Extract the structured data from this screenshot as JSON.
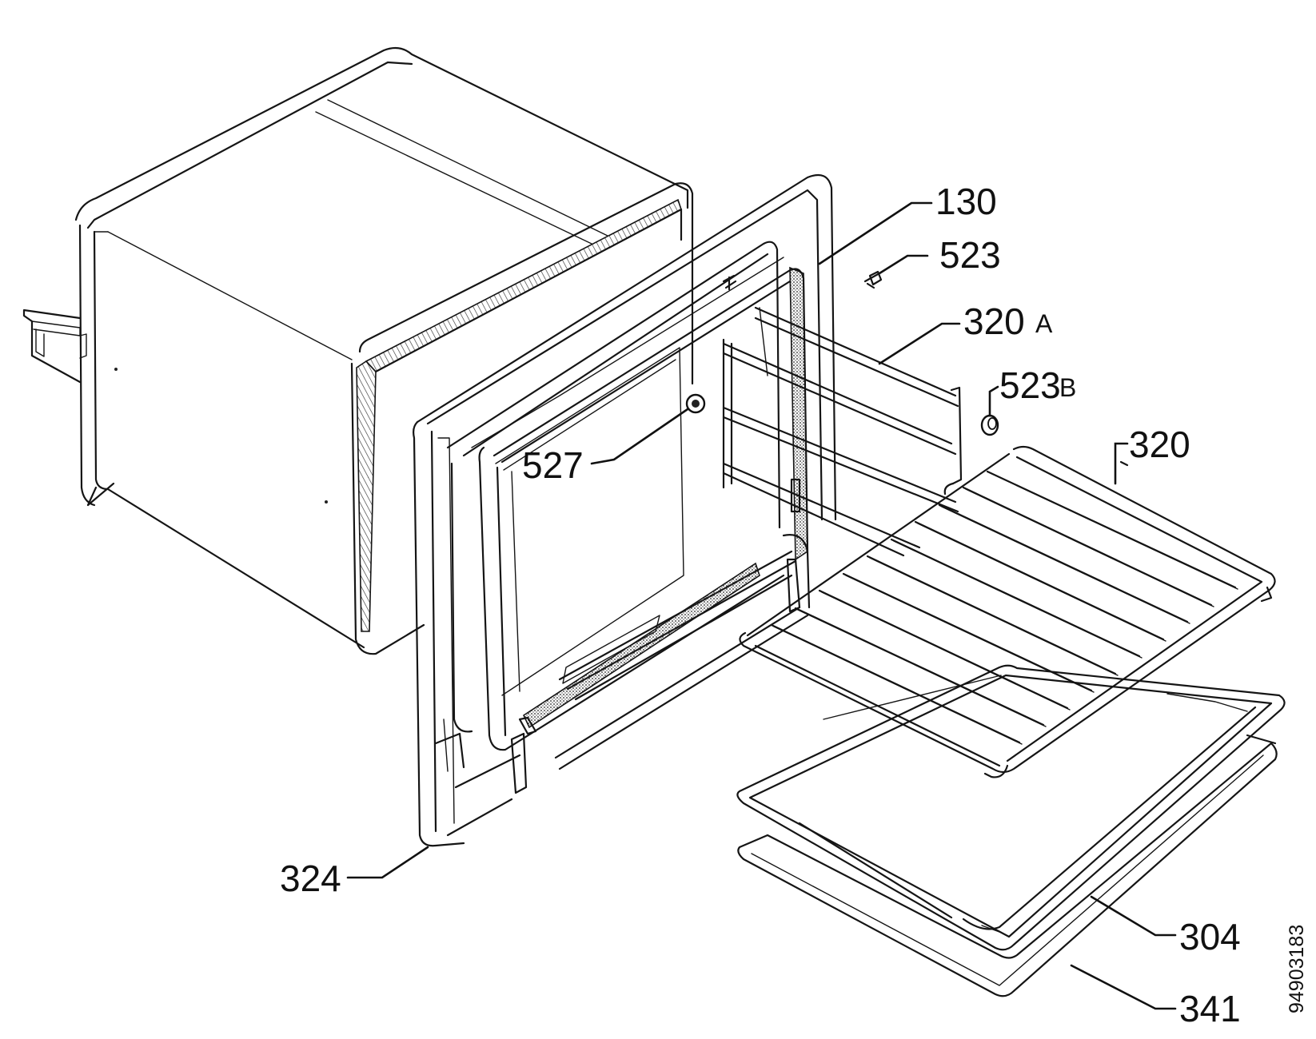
{
  "diagram": {
    "callouts": [
      {
        "id": "p130",
        "number": "130",
        "suffix": ""
      },
      {
        "id": "p523",
        "number": "523",
        "suffix": ""
      },
      {
        "id": "p320a",
        "number": "320",
        "suffix": "A"
      },
      {
        "id": "p523b",
        "number": "523",
        "suffix": "B"
      },
      {
        "id": "p320",
        "number": "320",
        "suffix": ""
      },
      {
        "id": "p527",
        "number": "527",
        "suffix": ""
      },
      {
        "id": "p324",
        "number": "324",
        "suffix": ""
      },
      {
        "id": "p304",
        "number": "304",
        "suffix": ""
      },
      {
        "id": "p341",
        "number": "341",
        "suffix": ""
      }
    ],
    "drawing_reference": "94903183"
  }
}
